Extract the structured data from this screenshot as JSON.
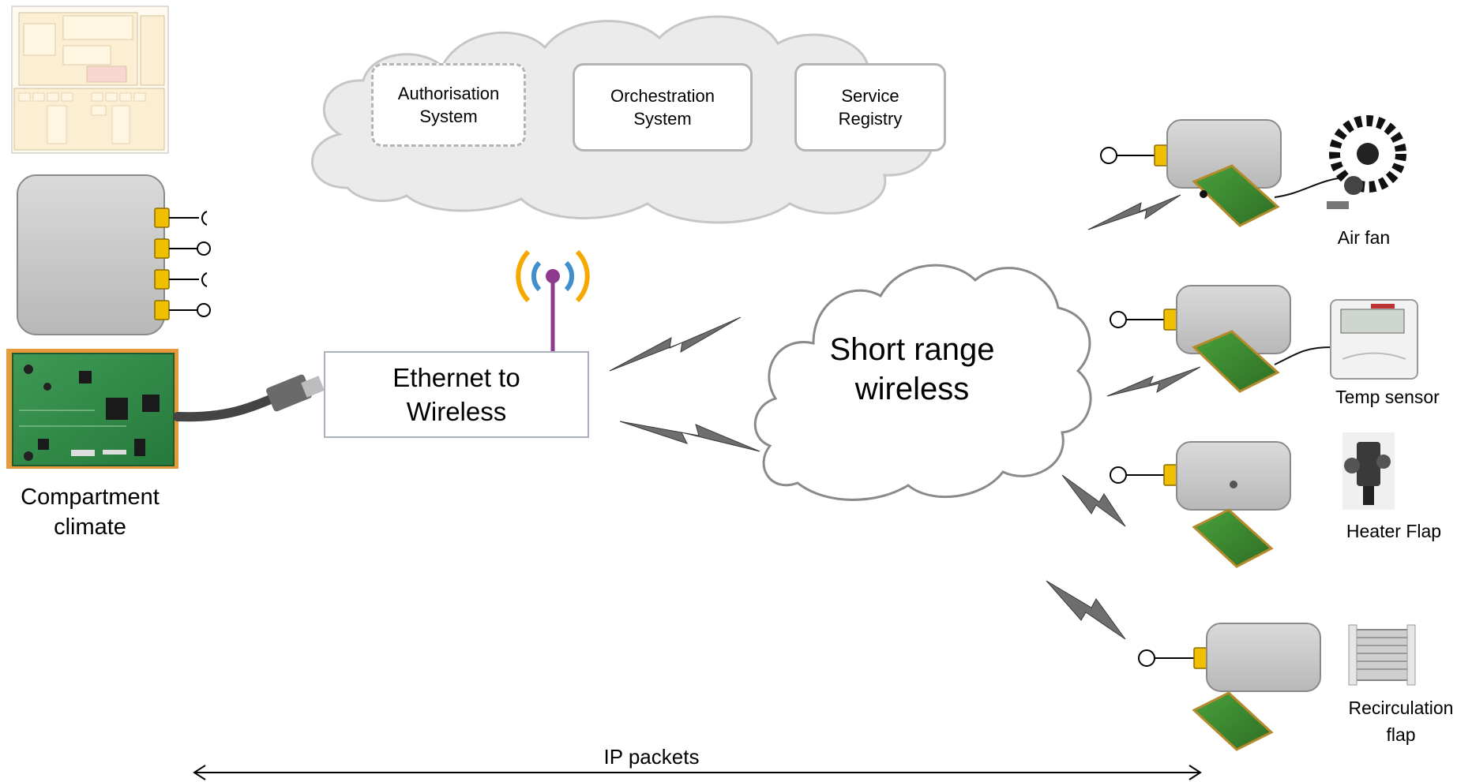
{
  "cloud_services": {
    "authorisation": [
      "Authorisation",
      "System"
    ],
    "orchestration": [
      "Orchestration",
      "System"
    ],
    "registry": [
      "Service",
      "Registry"
    ]
  },
  "gateway": {
    "lines": [
      "Ethernet to",
      "Wireless"
    ]
  },
  "network": {
    "lines": [
      "Short range",
      "wireless"
    ]
  },
  "controller": {
    "lines": [
      "Compartment",
      "climate"
    ]
  },
  "devices": {
    "air_fan": [
      "Air fan"
    ],
    "temp_sensor": [
      "Temp sensor"
    ],
    "heater_flap": [
      "Heater Flap"
    ],
    "recirculation_flap": [
      "Recirculation",
      "flap"
    ]
  },
  "bottom_arrow": {
    "label": "IP packets"
  },
  "colors": {
    "device_box": "#c8c8c8",
    "connector": "#f0c000",
    "antenna_stem": "#8e3a8e",
    "antenna_blue": "#3f8fcf",
    "antenna_orange": "#f5a800",
    "pcb_green": "#3a8a2f",
    "lightning": "#6e6e6e",
    "cloud_fill": "#ebebeb"
  }
}
